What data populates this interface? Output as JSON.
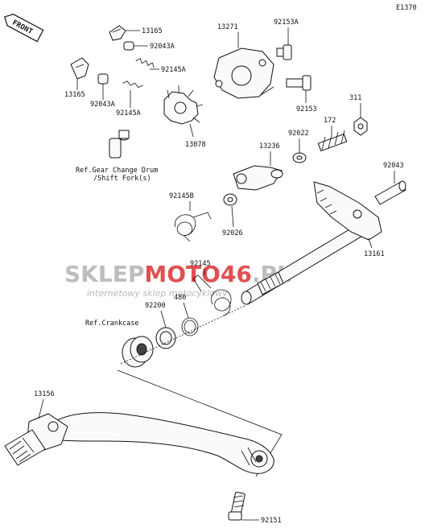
{
  "diagram_code": "E1370",
  "front_label": "FRONT",
  "watermark": {
    "part1": "SKLEP",
    "part2": "MOTO",
    "part3": "46",
    "part4": ".PL",
    "tagline": "internetowy sklep motocyklowy",
    "colors": {
      "gray": "#bdbdbd",
      "red": "#e05050"
    }
  },
  "parts": {
    "p13165_top": "13165",
    "p92043A_top": "92043A",
    "p92145A_top": "92145A",
    "p13165_left": "13165",
    "p92043A_left": "92043A",
    "p92145A_left": "92145A",
    "p13271": "13271",
    "p92153A": "92153A",
    "p92153": "92153",
    "p311": "311",
    "p172": "172",
    "p92022": "92022",
    "p13236": "13236",
    "p13078": "13078",
    "p92043": "92043",
    "p92145B": "92145B",
    "p92026": "92026",
    "p13161": "13161",
    "p92145": "92145",
    "p480": "480",
    "p92200": "92200",
    "p13156": "13156",
    "p92151": "92151"
  },
  "refs": {
    "gear_drum_line1": "Ref.Gear Change Drum",
    "gear_drum_line2": "/Shift Fork(s)",
    "crankcase": "Ref.Crankcase"
  }
}
